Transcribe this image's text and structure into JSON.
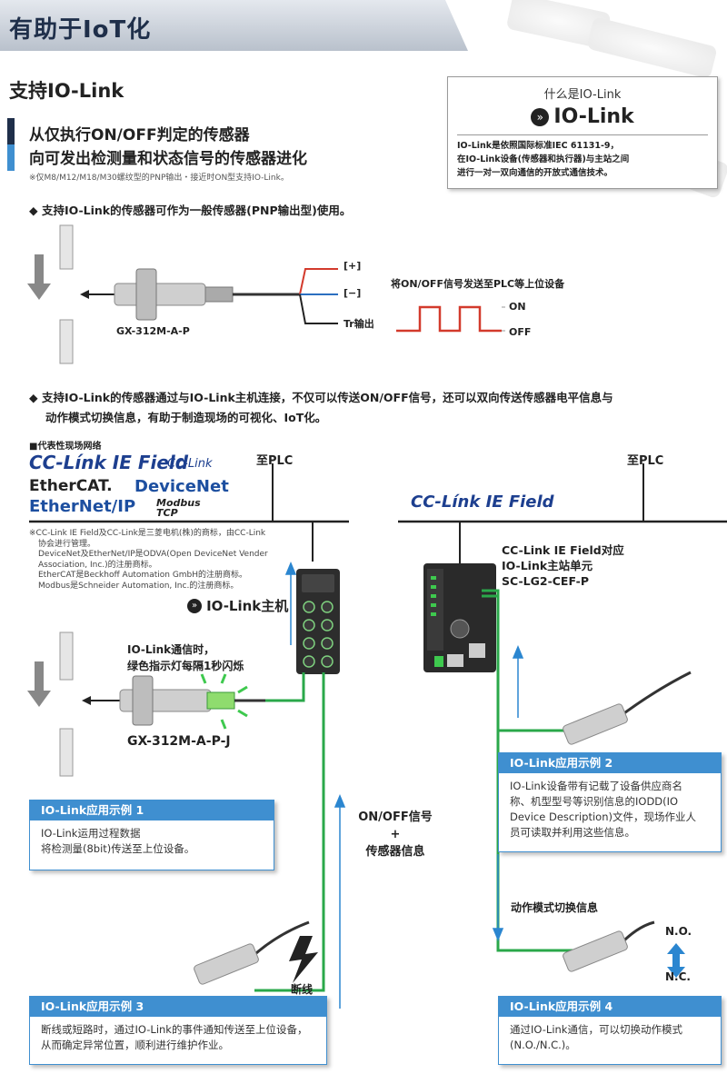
{
  "page_title": "有助于IoT化",
  "section_title": "支持IO-Link",
  "lead": {
    "line1": "从仅执行ON/OFF判定的传感器",
    "line2": "向可发出检测量和状态信号的传感器进化",
    "note": "※仅M8/M12/M18/M30螺纹型的PNP输出・接近时ON型支持IO-Link。"
  },
  "io_link_info": {
    "heading": "什么是IO-Link",
    "logo_text": "IO-Link",
    "lines": [
      "IO-Link是依照国际标准IEC 61131-9，",
      "在IO-Link设备(传感器和执行器)与主站之间",
      "进行一对一双向通信的开放式通信技术。"
    ]
  },
  "bullet1": "◆ 支持IO-Link的传感器可作为一般传感器(PNP输出型)使用。",
  "diagram1": {
    "sensor_model": "GX-312M-A-P",
    "plus": "[+]",
    "minus": "[−]",
    "tr_out": "Tr输出",
    "send_text": "将ON/OFF信号发送至PLC等上位设备",
    "on": "ON",
    "off": "OFF"
  },
  "bullet2": {
    "line1": "◆  支持IO-Link的传感器通过与IO-Link主机连接，不仅可以传送ON/OFF信号，还可以双向传送传感器电平信息与",
    "line2": "动作模式切换信息，有助于制造现场的可视化、IoT化。"
  },
  "networks": {
    "heading": "■代表性现场网络",
    "logos": [
      "CC-Línk IE Field",
      "CC-Link",
      "EtherCAT.",
      "DeviceNet",
      "EtherNet/IP",
      "Modbus TCP"
    ],
    "notes": [
      "※CC-Link IE Field及CC-Link是三菱电机(株)的商标，由CC-Link",
      "协会进行管理。",
      "DeviceNet及EtherNet/IP是ODVA(Open DeviceNet Vender",
      "Association, Inc.)的注册商标。",
      "EtherCAT是Beckhoff Automation GmbH的注册商标。",
      "Modbus是Schneider Automation, Inc.的注册商标。"
    ]
  },
  "diagram2": {
    "to_plc_left": "至PLC",
    "to_plc_right": "至PLC",
    "cclink_right": "CC-Línk IE Field",
    "master_label": "IO-Link主机",
    "unit_line1": "CC-Link IE Field对应",
    "unit_line2": "IO-Link主站单元",
    "unit_model": "SC-LG2-CEF-P",
    "comm_note_line1": "IO-Link通信时，",
    "comm_note_line2": "绿色指示灯每隔1秒闪烁",
    "sensor_model": "GX-312M-A-P-J",
    "signal_line1": "ON/OFF信号",
    "signal_plus": "+",
    "signal_line2": "传感器信息",
    "mode_switch": "动作模式切换信息",
    "no": "N.O.",
    "nc": "N.C.",
    "break_label": "断线"
  },
  "examples": [
    {
      "title": "IO-Link应用示例 1",
      "lines": [
        "IO-Link运用过程数据",
        "将检测量(8bit)传送至上位设备。"
      ]
    },
    {
      "title": "IO-Link应用示例 2",
      "lines": [
        "IO-Link设备带有记载了设备供应商名",
        "称、机型型号等识别信息的IODD(IO",
        "Device Description)文件，现场作业人",
        "员可读取并利用这些信息。"
      ]
    },
    {
      "title": "IO-Link应用示例 3",
      "lines": [
        "断线或短路时，通过IO-Link的事件通知传送至上位设备，",
        "从而确定异常位置，顺利进行维护作业。"
      ]
    },
    {
      "title": "IO-Link应用示例 4",
      "lines": [
        "通过IO-Link通信，可以切换动作模式",
        "(N.O./N.C.)。"
      ]
    }
  ],
  "colors": {
    "accent_blue": "#3f8fd0",
    "wire_green": "#2aa84a",
    "dark_navy": "#1f2f4a",
    "wire_red": "#d33a2c"
  }
}
